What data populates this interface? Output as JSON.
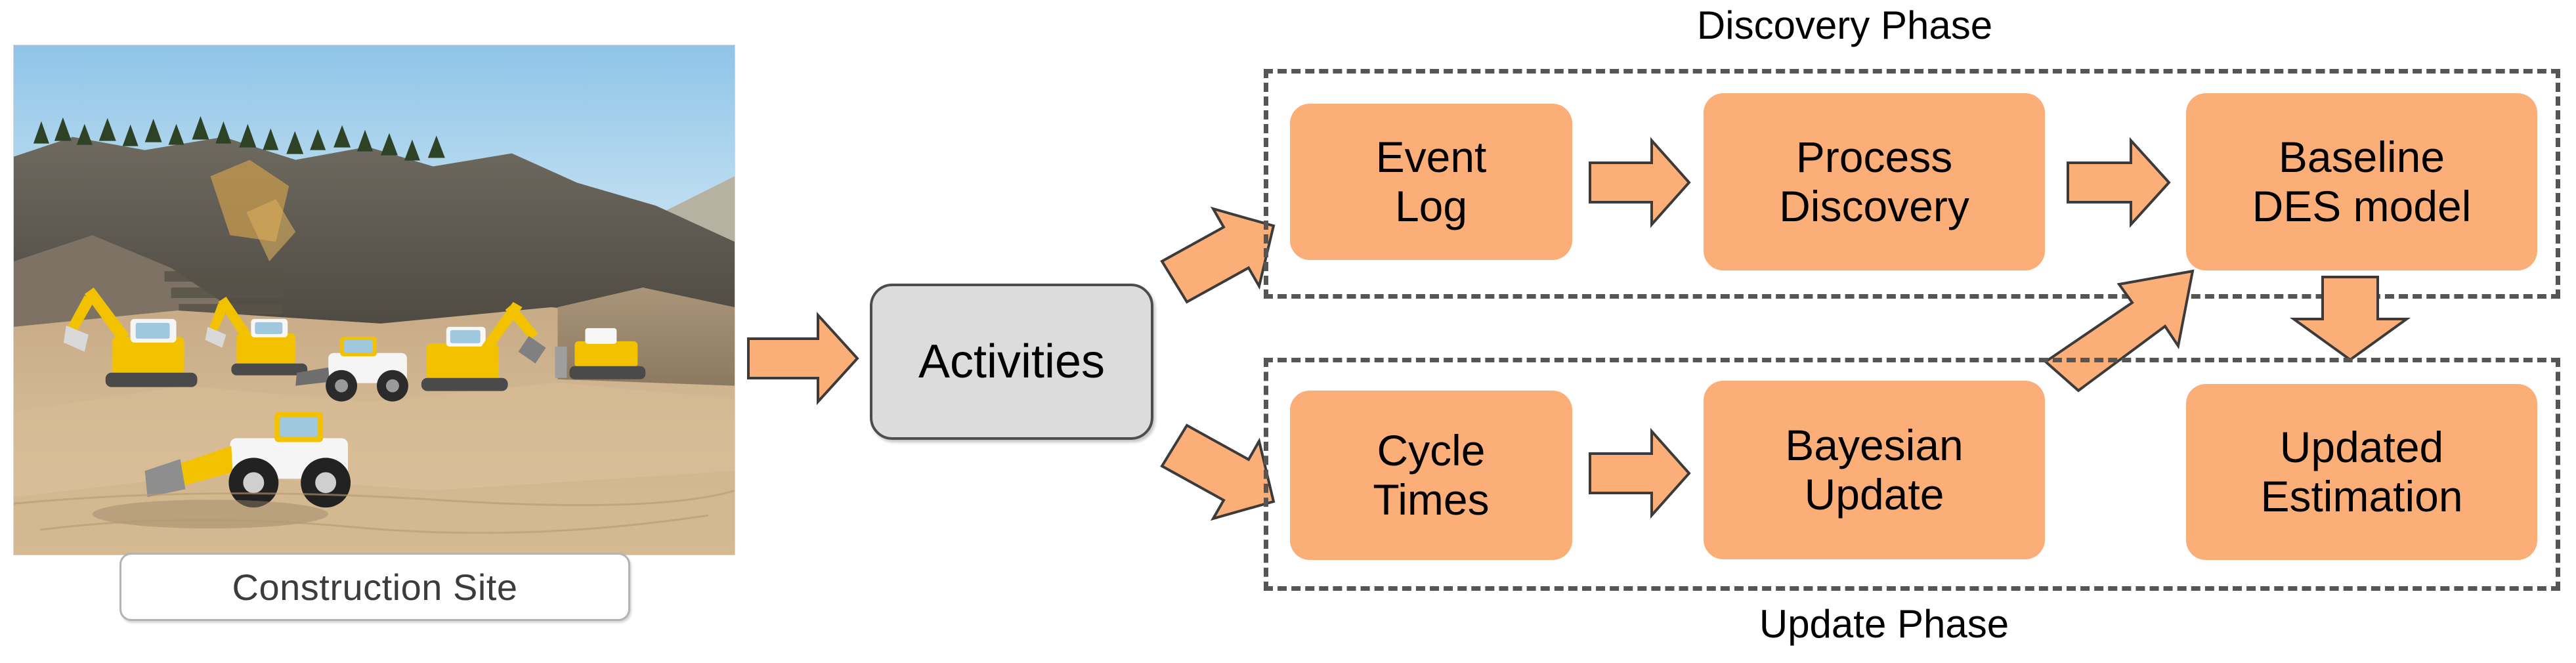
{
  "figure": {
    "title": "Discovery and Update Phase framework",
    "colors": {
      "step_fill": "#FBAE78",
      "activities_fill": "#DCDCDC",
      "phase_border": "#555555",
      "label_border": "#B3B3B3",
      "text": "#000000"
    }
  },
  "photo": {
    "caption": "Construction Site",
    "alt_name": "construction-site-photo"
  },
  "source_node": {
    "label": "Activities"
  },
  "phases": [
    {
      "id": "discovery",
      "caption": "Discovery Phase",
      "steps": [
        {
          "line1": "Event",
          "line2": "Log"
        },
        {
          "line1": "Process",
          "line2": "Discovery"
        },
        {
          "line1": "Baseline",
          "line2": "DES model"
        }
      ]
    },
    {
      "id": "update",
      "caption": "Update Phase",
      "steps": [
        {
          "line1": "Cycle",
          "line2": "Times"
        },
        {
          "line1": "Bayesian",
          "line2": "Update"
        },
        {
          "line1": "Updated",
          "line2": "Estimation"
        }
      ]
    }
  ],
  "arrows": [
    {
      "name": "site-to-activities",
      "direction": "right"
    },
    {
      "name": "activities-to-event-log",
      "direction": "up-right"
    },
    {
      "name": "activities-to-cycle-times",
      "direction": "down-right"
    },
    {
      "name": "event-log-to-process-discovery",
      "direction": "right"
    },
    {
      "name": "process-discovery-to-baseline-des",
      "direction": "right"
    },
    {
      "name": "cycle-times-to-bayesian-update",
      "direction": "right"
    },
    {
      "name": "baseline-des-to-updated-estimation",
      "direction": "down"
    },
    {
      "name": "bayesian-update-to-baseline-des",
      "direction": "up-right"
    }
  ]
}
